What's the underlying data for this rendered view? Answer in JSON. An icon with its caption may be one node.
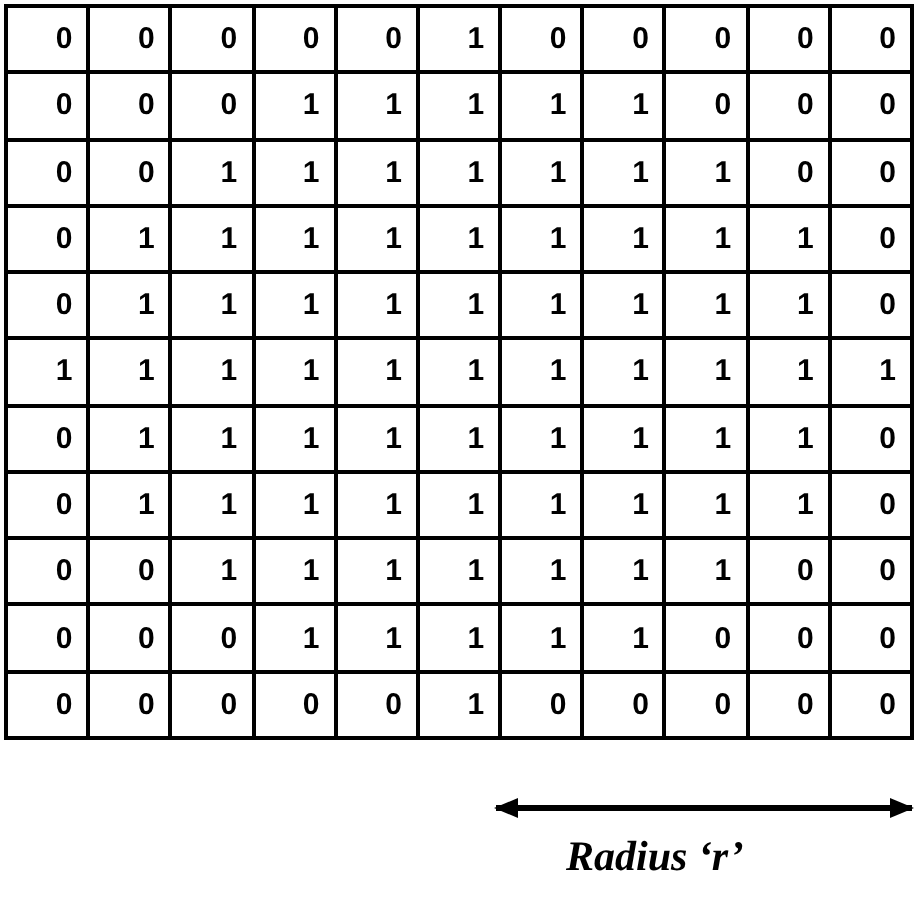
{
  "diagram": {
    "labels": [
      "0",
      "0",
      "0",
      "0",
      "0",
      "1",
      "0",
      "0",
      "0",
      "0",
      "0",
      "0",
      "0",
      "0",
      "1",
      "1",
      "1",
      "1",
      "1",
      "0",
      "0",
      "0",
      "0",
      "0",
      "1",
      "1",
      "1",
      "1",
      "1",
      "1",
      "1",
      "0",
      "0",
      "0",
      "1",
      "1",
      "1",
      "1",
      "1",
      "1",
      "1",
      "1",
      "1",
      "0",
      "0",
      "1",
      "1",
      "1",
      "1",
      "1",
      "1",
      "1",
      "1",
      "1",
      "0",
      "1",
      "1",
      "1",
      "1",
      "1",
      "1",
      "1",
      "1",
      "1",
      "1",
      "1",
      "0",
      "1",
      "1",
      "1",
      "1",
      "1",
      "1",
      "1",
      "1",
      "1",
      "0",
      "0",
      "1",
      "1",
      "1",
      "1",
      "1",
      "1",
      "1",
      "1",
      "1",
      "0",
      "0",
      "0",
      "1",
      "1",
      "1",
      "1",
      "1",
      "1",
      "1",
      "0",
      "0",
      "0",
      "0",
      "0",
      "1",
      "1",
      "1",
      "1",
      "1",
      "0",
      "0",
      "0",
      "0",
      "0",
      "0",
      "0",
      "0",
      "1",
      "0",
      "0",
      "0",
      "0",
      "0",
      "Radius ‘r’"
    ]
  }
}
